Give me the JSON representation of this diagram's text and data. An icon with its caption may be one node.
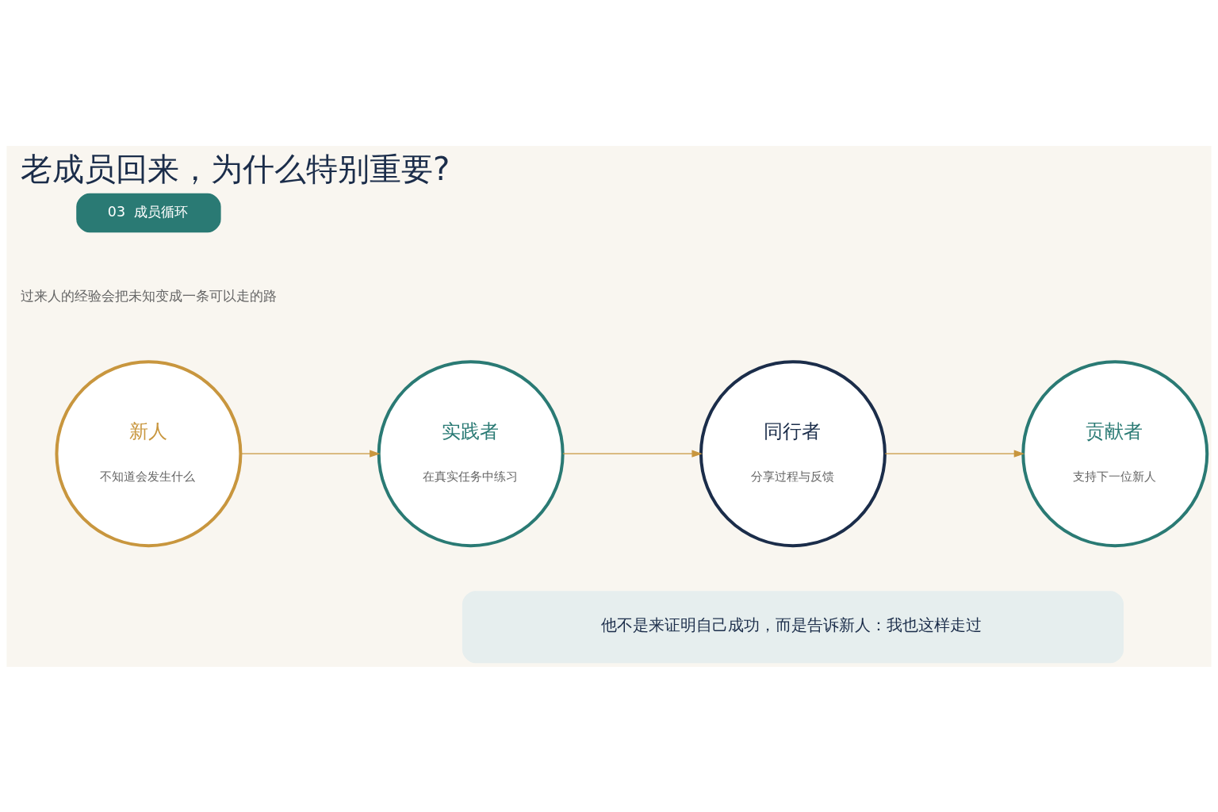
{
  "diagram": {
    "title": "老成员回来，为什么特别重要?",
    "nodes": [
      {
        "text": [
          "03  成员循环"
        ]
      },
      {
        "text": [
          "新人",
          "不知道会发生什么"
        ]
      },
      {
        "text": [
          "实践者",
          "在真实任务中练习"
        ]
      },
      {
        "text": [
          "同行者",
          "分享过程与反馈"
        ]
      },
      {
        "text": [
          "贡献者",
          "支持下一位新人"
        ]
      },
      {
        "text": [
          "他不是来证明自己成功，而是告诉新人：我也这样走过"
        ]
      }
    ],
    "edges": [
      {
        "from": 1,
        "to": 2,
        "arrow": "to"
      },
      {
        "from": 2,
        "to": 3,
        "arrow": "to"
      },
      {
        "from": 3,
        "to": 4,
        "arrow": "to"
      }
    ],
    "labels": [
      "过来人的经验会把未知变成一条可以走的路"
    ]
  }
}
